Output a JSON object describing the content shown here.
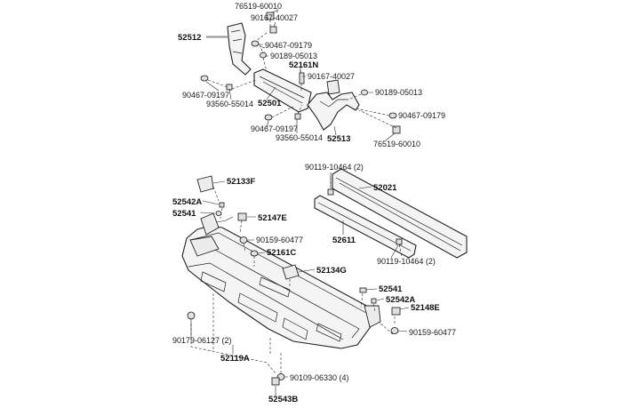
{
  "parts": {
    "l76519_top": "76519-60010",
    "l90167_top": "90167-40027",
    "l52512": "52512",
    "l90467_top": "90467-09179",
    "l90189_top": "90189-05013",
    "l52161N": "52161N",
    "l90167_mid": "90167-40027",
    "l90189_right": "90189-05013",
    "l90467_left": "90467-09197",
    "l93560_left": "93560-55014",
    "l52501": "52501",
    "l90467_right": "90467-09179",
    "l90467_mid": "90467-09197",
    "l93560_mid": "93560-55014",
    "l52513": "52513",
    "l76519_bot": "76519-60010",
    "l90119_top": "90119-10464 (2)",
    "l52021": "52021",
    "l52133F": "52133F",
    "l52542A_left": "52542A",
    "l52541_left": "52541",
    "l52147E": "52147E",
    "l52611": "52611",
    "l90159_left": "90159-60477",
    "l90119_bot": "90119-10464 (2)",
    "l52161C": "52161C",
    "l52134G": "52134G",
    "l52541_right": "52541",
    "l52542A_right": "52542A",
    "l52148E": "52148E",
    "l90179": "90179-06127 (2)",
    "l90159_right": "90159-60477",
    "l52119A": "52119A",
    "l90109": "90109-06330 (4)",
    "l52543B": "52543B"
  }
}
